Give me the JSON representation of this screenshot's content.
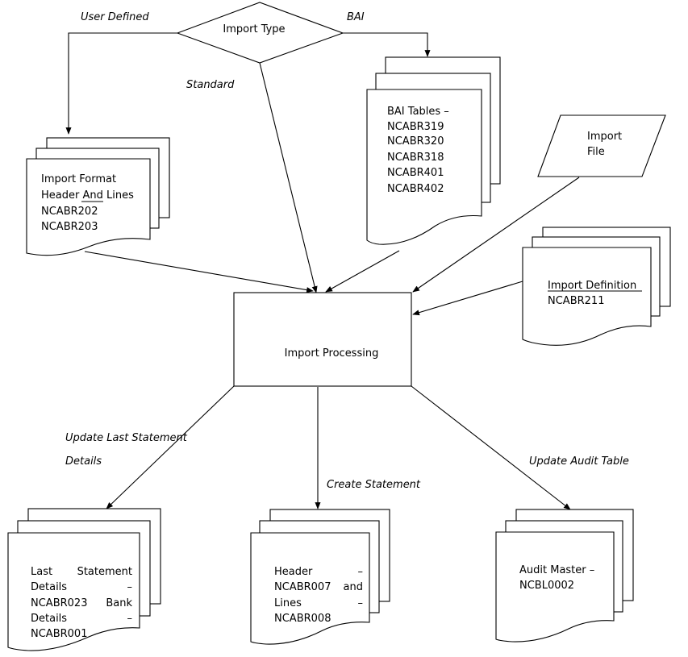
{
  "decision": {
    "label": "Import Type"
  },
  "branch_labels": {
    "user_defined": "User Defined",
    "bai": "BAI",
    "standard": "Standard",
    "update_last_statement_line1": "Update Last Statement",
    "update_last_statement_line2": "Details",
    "create_statement": "Create Statement",
    "update_audit": "Update Audit Table"
  },
  "documents": {
    "import_format": [
      "Import Format",
      "Header And Lines",
      "NCABR202",
      "NCABR203"
    ],
    "bai_tables": [
      "BAI Tables –",
      "NCABR319",
      "NCABR320",
      "NCABR318",
      "NCABR401",
      "NCABR402"
    ],
    "import_definition": [
      "Import  Definition",
      "NCABR211"
    ],
    "last_statement": {
      "line1": [
        "Last",
        "Statement"
      ],
      "line2": [
        "Details",
        "–"
      ],
      "line3": [
        "NCABR023",
        "Bank"
      ],
      "line4": [
        "Details",
        "–"
      ],
      "line5": "NCABR001"
    },
    "header_lines": {
      "line1": [
        "Header",
        "–"
      ],
      "line2": [
        "NCABR007",
        "and"
      ],
      "line3": [
        "Lines",
        "–"
      ],
      "line4": "NCABR008"
    },
    "audit_master": [
      "Audit  Master  –",
      "NCBL0002"
    ]
  },
  "input": {
    "line1": "Import",
    "line2": "File"
  },
  "process": {
    "label": "Import Processing"
  }
}
